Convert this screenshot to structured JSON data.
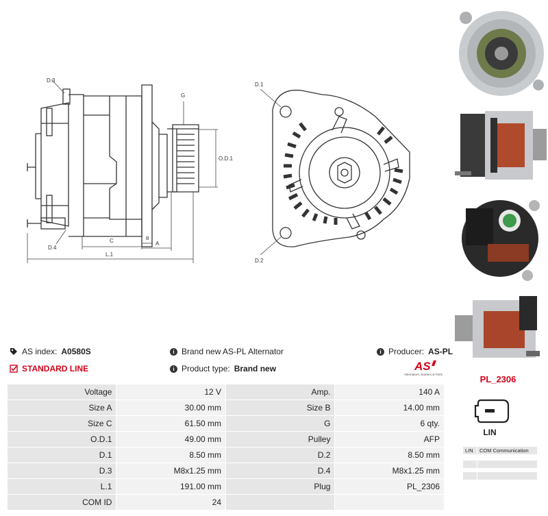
{
  "drawing": {
    "side_labels": {
      "d3": "D.3",
      "d4": "D.4",
      "g": "G",
      "od1": "O.D.1",
      "c": "C",
      "b": "B",
      "a": "A",
      "l1": "L.1"
    },
    "front_labels": {
      "d1": "D.1",
      "d2": "D.2"
    }
  },
  "info": {
    "as_index_label": "AS index:",
    "as_index_value": "A0580S",
    "standard_line": "STANDARD LINE",
    "brand_text": "Brand new AS-PL Alternator",
    "product_type_label": "Product type:",
    "product_type_value": "Brand new",
    "producer_label": "Producer:",
    "producer_value": "AS-PL"
  },
  "logo": {
    "text": "AS",
    "tagline": "Alternators, Starters & Parts"
  },
  "specs": [
    [
      "Voltage",
      "12 V",
      "Amp.",
      "140 A"
    ],
    [
      "Size A",
      "30.00 mm",
      "Size B",
      "14.00 mm"
    ],
    [
      "Size C",
      "61.50 mm",
      "G",
      "6 qty."
    ],
    [
      "O.D.1",
      "49.00 mm",
      "Pulley",
      "AFP"
    ],
    [
      "D.1",
      "8.50 mm",
      "D.2",
      "8.50 mm"
    ],
    [
      "D.3",
      "M8x1.25 mm",
      "D.4",
      "M8x1.25 mm"
    ],
    [
      "L.1",
      "191.00 mm",
      "Plug",
      "PL_2306"
    ],
    [
      "COM ID",
      "24",
      "",
      ""
    ]
  ],
  "plug": {
    "code": "PL_2306",
    "type": "LIN",
    "com_rows": [
      {
        "term": "LIN",
        "desc": "COM Communication"
      },
      {
        "term": "",
        "desc": ""
      },
      {
        "term": "",
        "desc": ""
      }
    ]
  },
  "photos": [
    "alternator-pulley-photo",
    "alternator-side-photo",
    "alternator-rear-photo",
    "alternator-side-2-photo"
  ],
  "colors": {
    "accent_red": "#d0021b",
    "label_bg": "#e6e6e6",
    "value_bg": "#f2f2f2"
  }
}
